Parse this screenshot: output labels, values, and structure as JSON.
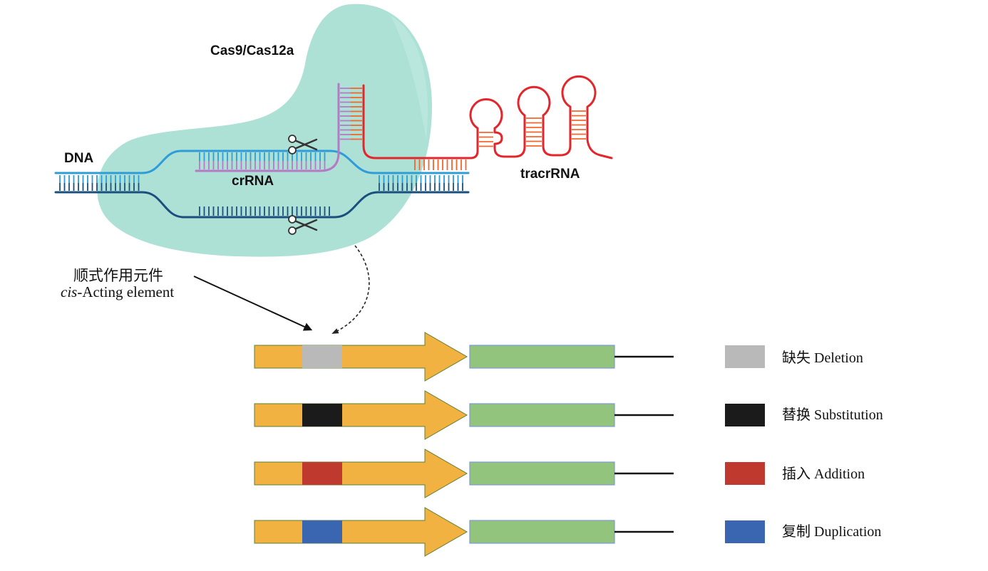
{
  "protein": {
    "label": "Cas9/Cas12a",
    "label_color": "#3e6fb1",
    "fill": "#aee1d6",
    "highlight": "#bde8df"
  },
  "dna": {
    "label": "DNA",
    "top_strand_color": "#2e9cd9",
    "bottom_strand_color": "#1b4f7e"
  },
  "crrna": {
    "label": "crRNA",
    "color": "#b579c6"
  },
  "tracrrna": {
    "label": "tracrRNA",
    "color": "#e3262b",
    "pair_color": "#f2662b"
  },
  "cis_element": {
    "zh": "顺式作用元件",
    "en_italic": "cis",
    "en_rest": "-Acting element"
  },
  "icons": {
    "scissors": "scissors-icon",
    "pointer_arrow": "arrow-icon",
    "dashed_arrow": "dashed-arrow-icon"
  },
  "construct": {
    "promoter_color": "#f2b241",
    "gene_color": "#93c47d",
    "terminator_color": "#111111"
  },
  "mutations": [
    {
      "label": "缺失 Deletion",
      "color": "#b9b9b9"
    },
    {
      "label": "替换 Substitution",
      "color": "#1b1b1b"
    },
    {
      "label": "插入 Addition",
      "color": "#c0392f"
    },
    {
      "label": "复制 Duplication",
      "color": "#3a65b1"
    }
  ]
}
